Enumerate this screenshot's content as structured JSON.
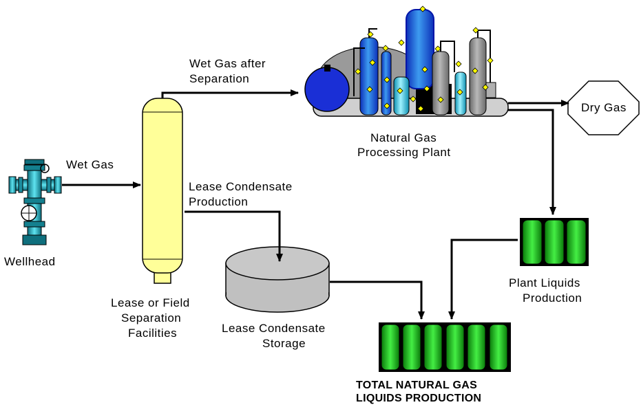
{
  "labels": {
    "wet_gas": "Wet Gas",
    "wellhead": "Wellhead",
    "wet_gas_after_1": "Wet Gas after",
    "wet_gas_after_2": "Separation",
    "plant_1": "Natural Gas",
    "plant_2": "Processing Plant",
    "dry_gas": "Dry Gas",
    "lease_prod_1": "Lease Condensate",
    "lease_prod_2": "Production",
    "separation_1": "Lease or Field",
    "separation_2": "Separation",
    "separation_3": "Facilities",
    "storage_1": "Lease Condensate",
    "storage_2": "Storage",
    "plant_liquids_1": "Plant Liquids",
    "plant_liquids_2": "Production",
    "total_1": "TOTAL NATURAL GAS",
    "total_2": "LIQUIDS PRODUCTION"
  },
  "colors": {
    "separator": "#ffff99",
    "tank_gray": "#c0c0c0",
    "liquid_green": "#22cc22",
    "sphere_blue": "#1a2fd6",
    "column_blue": "#2a7bd8",
    "dry_gas_fill": "#ffffff"
  }
}
